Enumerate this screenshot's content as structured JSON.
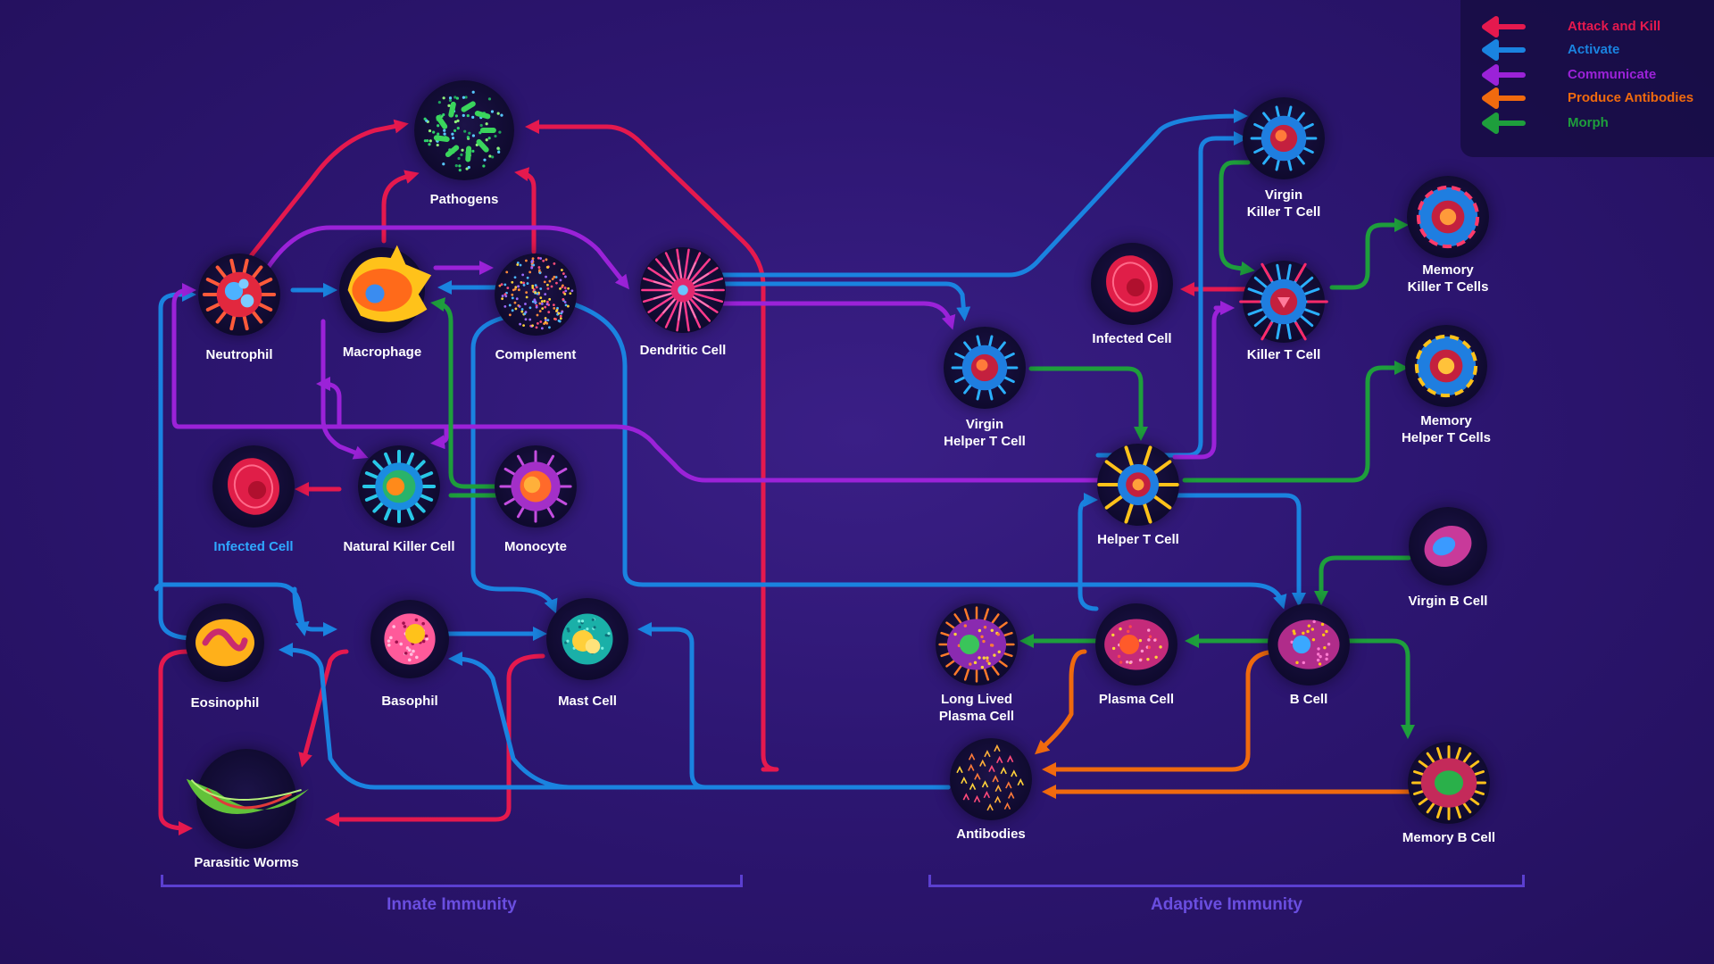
{
  "colors": {
    "attack": "#e5194e",
    "activate": "#1a83e0",
    "communicate": "#9b22d8",
    "antibodies": "#f06a0e",
    "morph": "#1e9e3c",
    "background": "#2d1672",
    "orb": "#0f0a2e"
  },
  "legend": [
    {
      "label": "Attack and Kill",
      "color": "#e5194e"
    },
    {
      "label": "Activate",
      "color": "#1a83e0"
    },
    {
      "label": "Communicate",
      "color": "#9b22d8"
    },
    {
      "label": "Produce Antibodies",
      "color": "#f06a0e"
    },
    {
      "label": "Morph",
      "color": "#1e9e3c"
    }
  ],
  "nodes": {
    "pathogens": "Pathogens",
    "neutrophil": "Neutrophil",
    "macrophage": "Macrophage",
    "complement": "Complement",
    "dendritic": "Dendritic Cell",
    "infected_innate": "Infected Cell",
    "natural_killer": "Natural Killer Cell",
    "monocyte": "Monocyte",
    "eosinophil": "Eosinophil",
    "basophil": "Basophil",
    "mast": "Mast Cell",
    "worms": "Parasitic Worms",
    "virgin_helper": "Virgin\nHelper T Cell",
    "helper": "Helper T Cell",
    "virgin_killer": "Virgin\nKiller T Cell",
    "killer": "Killer T Cell",
    "infected_adaptive": "Infected Cell",
    "memory_killer": "Memory\nKiller T Cells",
    "memory_helper": "Memory\nHelper T Cells",
    "virgin_b": "Virgin B Cell",
    "b_cell": "B Cell",
    "plasma": "Plasma Cell",
    "long_plasma": "Long Lived\nPlasma Cell",
    "antibodies": "Antibodies",
    "memory_b": "Memory B Cell"
  },
  "sections": {
    "innate": "Innate Immunity",
    "adaptive": "Adaptive Immunity"
  }
}
